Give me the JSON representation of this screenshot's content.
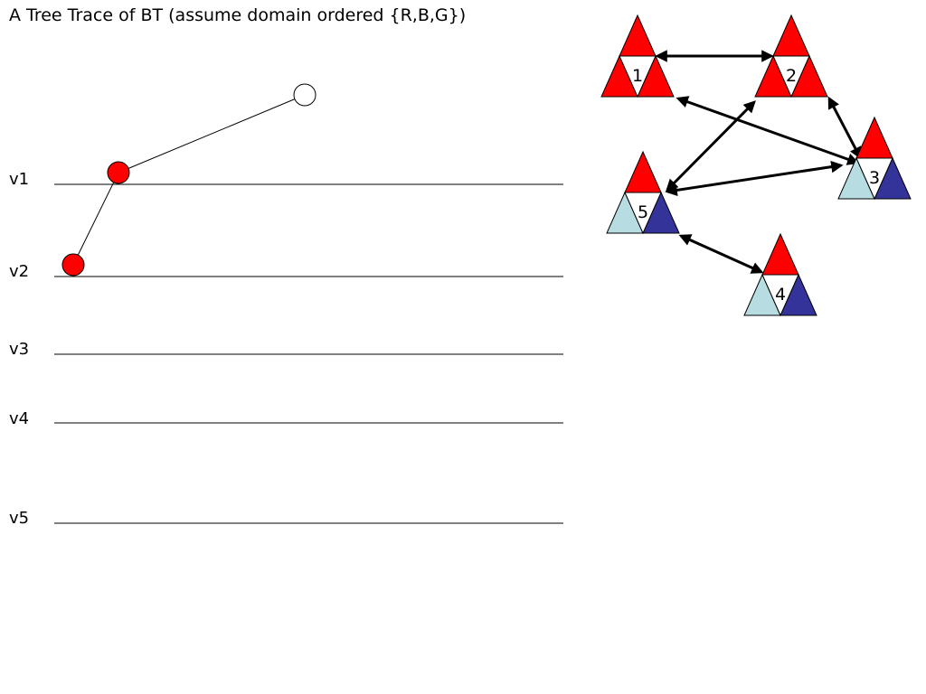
{
  "title": "A Tree Trace of BT (assume domain ordered {R,B,G})",
  "variables": [
    "v1",
    "v2",
    "v3",
    "v4",
    "v5"
  ],
  "colors": {
    "red": "#ff0000",
    "blue": "#333399",
    "light_blue": "#b7dde3",
    "white": "#ffffff",
    "line": "#000000"
  },
  "tree_nodes": [
    {
      "name": "root",
      "fill": "white"
    },
    {
      "name": "v1=R",
      "fill": "red"
    },
    {
      "name": "v2=R",
      "fill": "red"
    }
  ],
  "graph_nodes": [
    {
      "label": "1",
      "top": "red",
      "left": "red",
      "right": "red"
    },
    {
      "label": "2",
      "top": "red",
      "left": "red",
      "right": "red"
    },
    {
      "label": "3",
      "top": "red",
      "left": "light_blue",
      "right": "blue"
    },
    {
      "label": "4",
      "top": "red",
      "left": "light_blue",
      "right": "blue"
    },
    {
      "label": "5",
      "top": "red",
      "left": "light_blue",
      "right": "blue"
    }
  ],
  "graph_edges": [
    [
      "1",
      "2"
    ],
    [
      "1",
      "3"
    ],
    [
      "2",
      "3"
    ],
    [
      "2",
      "5"
    ],
    [
      "3",
      "5"
    ],
    [
      "5",
      "4"
    ]
  ]
}
